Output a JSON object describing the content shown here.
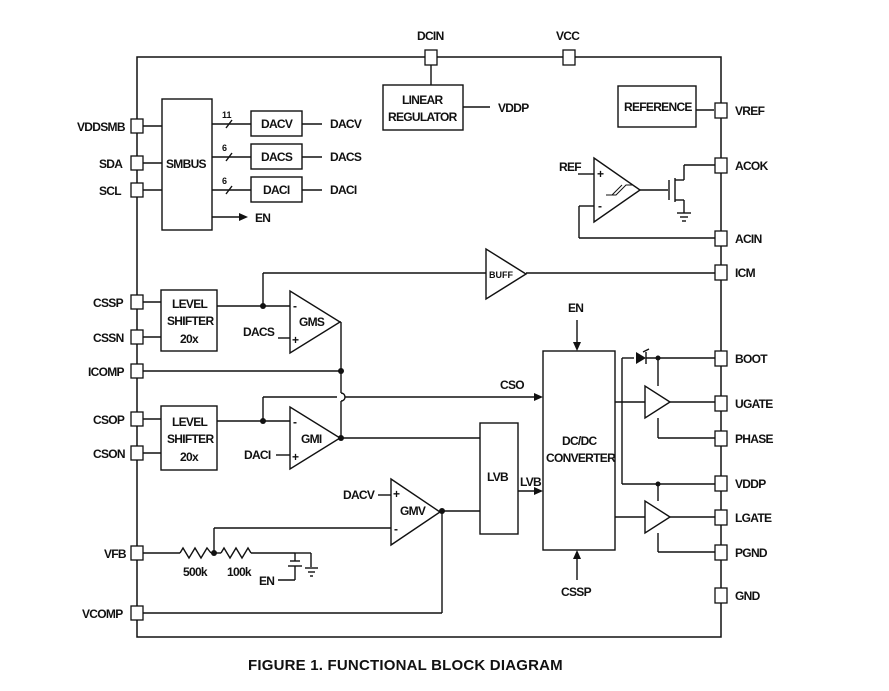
{
  "caption": "FIGURE 1.  FUNCTIONAL BLOCK DIAGRAM",
  "pins": {
    "top_dcin": "DCIN",
    "top_vcc": "VCC",
    "vddsmb": "VDDSMB",
    "sda": "SDA",
    "scl": "SCL",
    "cssp": "CSSP",
    "cssn": "CSSN",
    "icomp": "ICOMP",
    "csop": "CSOP",
    "cson": "CSON",
    "vfb": "VFB",
    "vcomp": "VCOMP",
    "vref": "VREF",
    "acok": "ACOK",
    "acin": "ACIN",
    "icm": "ICM",
    "boot": "BOOT",
    "ugate": "UGATE",
    "phase": "PHASE",
    "vddp": "VDDP",
    "lgate": "LGATE",
    "pgnd": "PGND",
    "gnd": "GND"
  },
  "blocks": {
    "smbus": "SMBUS",
    "dacv": "DACV",
    "dacs": "DACS",
    "daci": "DACI",
    "linear_reg_1": "LINEAR",
    "linear_reg_2": "REGULATOR",
    "reference": "REFERENCE",
    "level_shifter_1a": "LEVEL",
    "level_shifter_1b": "SHIFTER",
    "level_shifter_1c": "20x",
    "level_shifter_2a": "LEVEL",
    "level_shifter_2b": "SHIFTER",
    "level_shifter_2c": "20x",
    "buff": "BUFF",
    "gms": "GMS",
    "gmi": "GMI",
    "gmv": "GMV",
    "lvb": "LVB",
    "dcdc_1": "DC/DC",
    "dcdc_2": "CONVERTER"
  },
  "signals": {
    "dacv_out": "DACV",
    "dacs_out": "DACS",
    "daci_out": "DACI",
    "en_smbus": "EN",
    "bus11": "11",
    "bus6a": "6",
    "bus6b": "6",
    "vddp_reg": "VDDP",
    "ref": "REF",
    "dacs_in": "DACS",
    "daci_in": "DACI",
    "dacv_in": "DACV",
    "cso": "CSO",
    "lvb_out": "LVB",
    "en_top": "EN",
    "cssp_bottom": "CSSP",
    "en_vfb": "EN",
    "r500k": "500k",
    "r100k": "100k",
    "plus": "+",
    "minus": "-"
  }
}
